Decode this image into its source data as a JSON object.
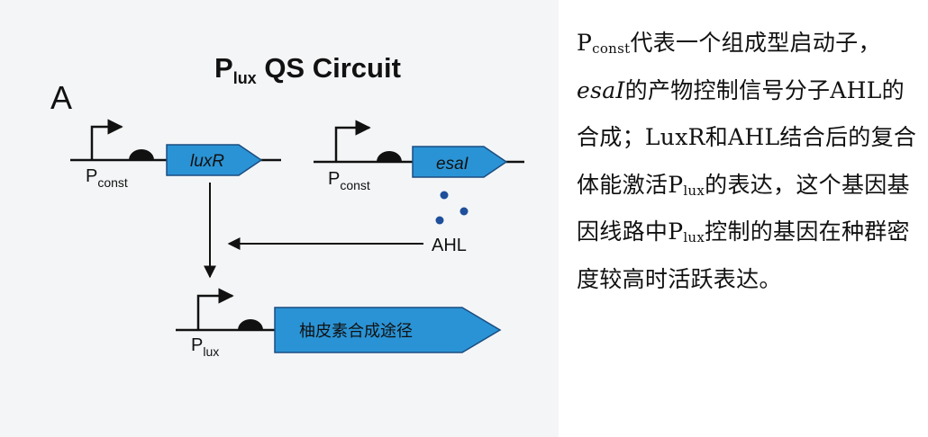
{
  "diagram": {
    "title": {
      "main": "P",
      "sub": "lux",
      "rest": " QS Circuit"
    },
    "panel_label": "A",
    "promoters": {
      "p_const_1": {
        "main": "P",
        "sub": "const"
      },
      "p_const_2": {
        "main": "P",
        "sub": "const"
      },
      "p_lux": {
        "main": "P",
        "sub": "lux"
      }
    },
    "genes": {
      "luxR": "luxR",
      "esal": "esaI",
      "pathway": "柚皮素合成途径"
    },
    "ahl_label": "AHL",
    "colors": {
      "gene_fill": "#2a93d5",
      "gene_stroke": "#1a4d80",
      "ahl_dot": "#1d4f9a",
      "line": "#111111"
    }
  },
  "description": {
    "seg1_main": "P",
    "seg1_sub": "const",
    "seg2": "代表一个组成型启动子，",
    "seg3": "esaI",
    "seg4": "的产物控制信号分子AHL的合成；LuxR和AHL结合后的复合体能激活",
    "seg5_main": "P",
    "seg5_sub": "lux",
    "seg6": "的表达，这个基因基因线路中",
    "seg7_main": "P",
    "seg7_sub": "lux",
    "seg8": "控制的基因在种群密度较高时活跃表达。"
  }
}
